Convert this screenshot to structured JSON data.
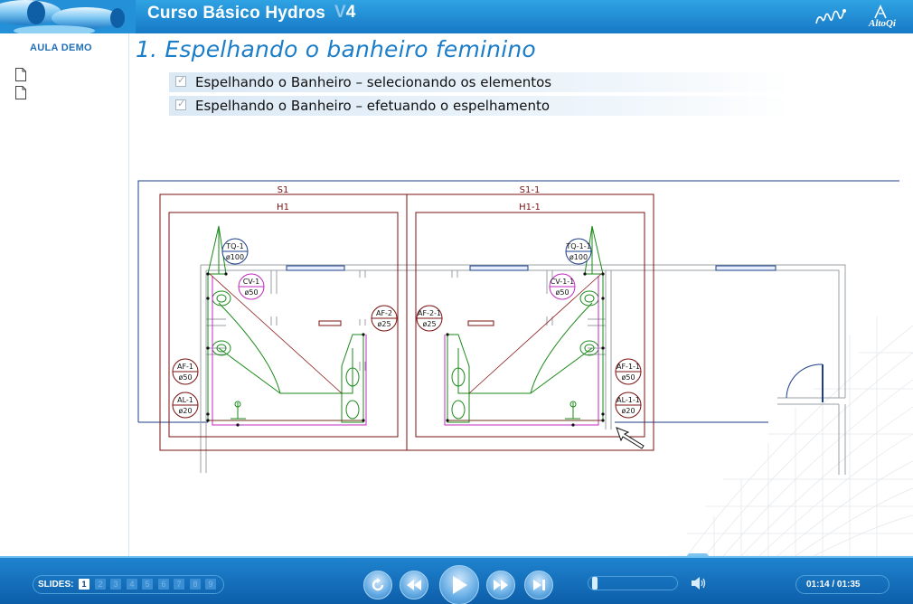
{
  "header": {
    "title": "Curso Básico Hydros",
    "version_v": "V",
    "version_n": "4",
    "logo_mm": "mm",
    "logo_altoqi": "AltoQi"
  },
  "sidebar": {
    "title": "AULA DEMO",
    "items": [
      {
        "icon": "document-icon"
      },
      {
        "icon": "document-icon"
      }
    ]
  },
  "main": {
    "title": "1. Espelhando o banheiro feminino",
    "topics": [
      {
        "label": "Espelhando o Banheiro – selecionando os elementos",
        "checked": true
      },
      {
        "label": "Espelhando o Banheiro – efetuando o espelhamento",
        "checked": true
      }
    ]
  },
  "drawing": {
    "room_left": "S1",
    "room_right": "S1-1",
    "zone_left": "H1",
    "zone_right": "H1-1",
    "tags": {
      "tq1": "TQ-1",
      "tq1_d": "ø100",
      "cv1": "CV-1",
      "cv1_d": "ø50",
      "af2": "AF-2",
      "af2_d": "ø25",
      "af1": "AF-1",
      "af1_d": "ø50",
      "al1": "AL-1",
      "al1_d": "ø20",
      "tq11": "TQ-1-1",
      "tq11_d": "ø100",
      "cv11": "CV-1-1",
      "cv11_d": "ø50",
      "af21": "AF-2-1",
      "af21_d": "ø25",
      "af11": "AF-1-1",
      "af11_d": "ø50",
      "al11": "AL-1-1",
      "al11_d": "ø20"
    }
  },
  "controls": {
    "slides_label": "SLIDES:",
    "slides": [
      "1",
      "2",
      "3",
      "4",
      "5",
      "6",
      "7",
      "8",
      "9"
    ],
    "current_slide": "1",
    "time": "01:14  /  01:35",
    "accent": "#1779c6"
  }
}
